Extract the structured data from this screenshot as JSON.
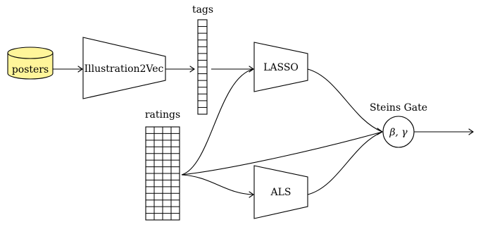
{
  "nodes": {
    "posters": "posters",
    "illustration2vec": "Illustration2Vec",
    "tags": "tags",
    "ratings": "ratings",
    "lasso": "LASSO",
    "als": "ALS",
    "steins_gate": "Steins Gate",
    "params": "β, γ"
  },
  "colors": {
    "database_fill": "#fff59a",
    "stroke": "#000000"
  },
  "icons": {
    "posters": "database-cylinder-icon"
  }
}
